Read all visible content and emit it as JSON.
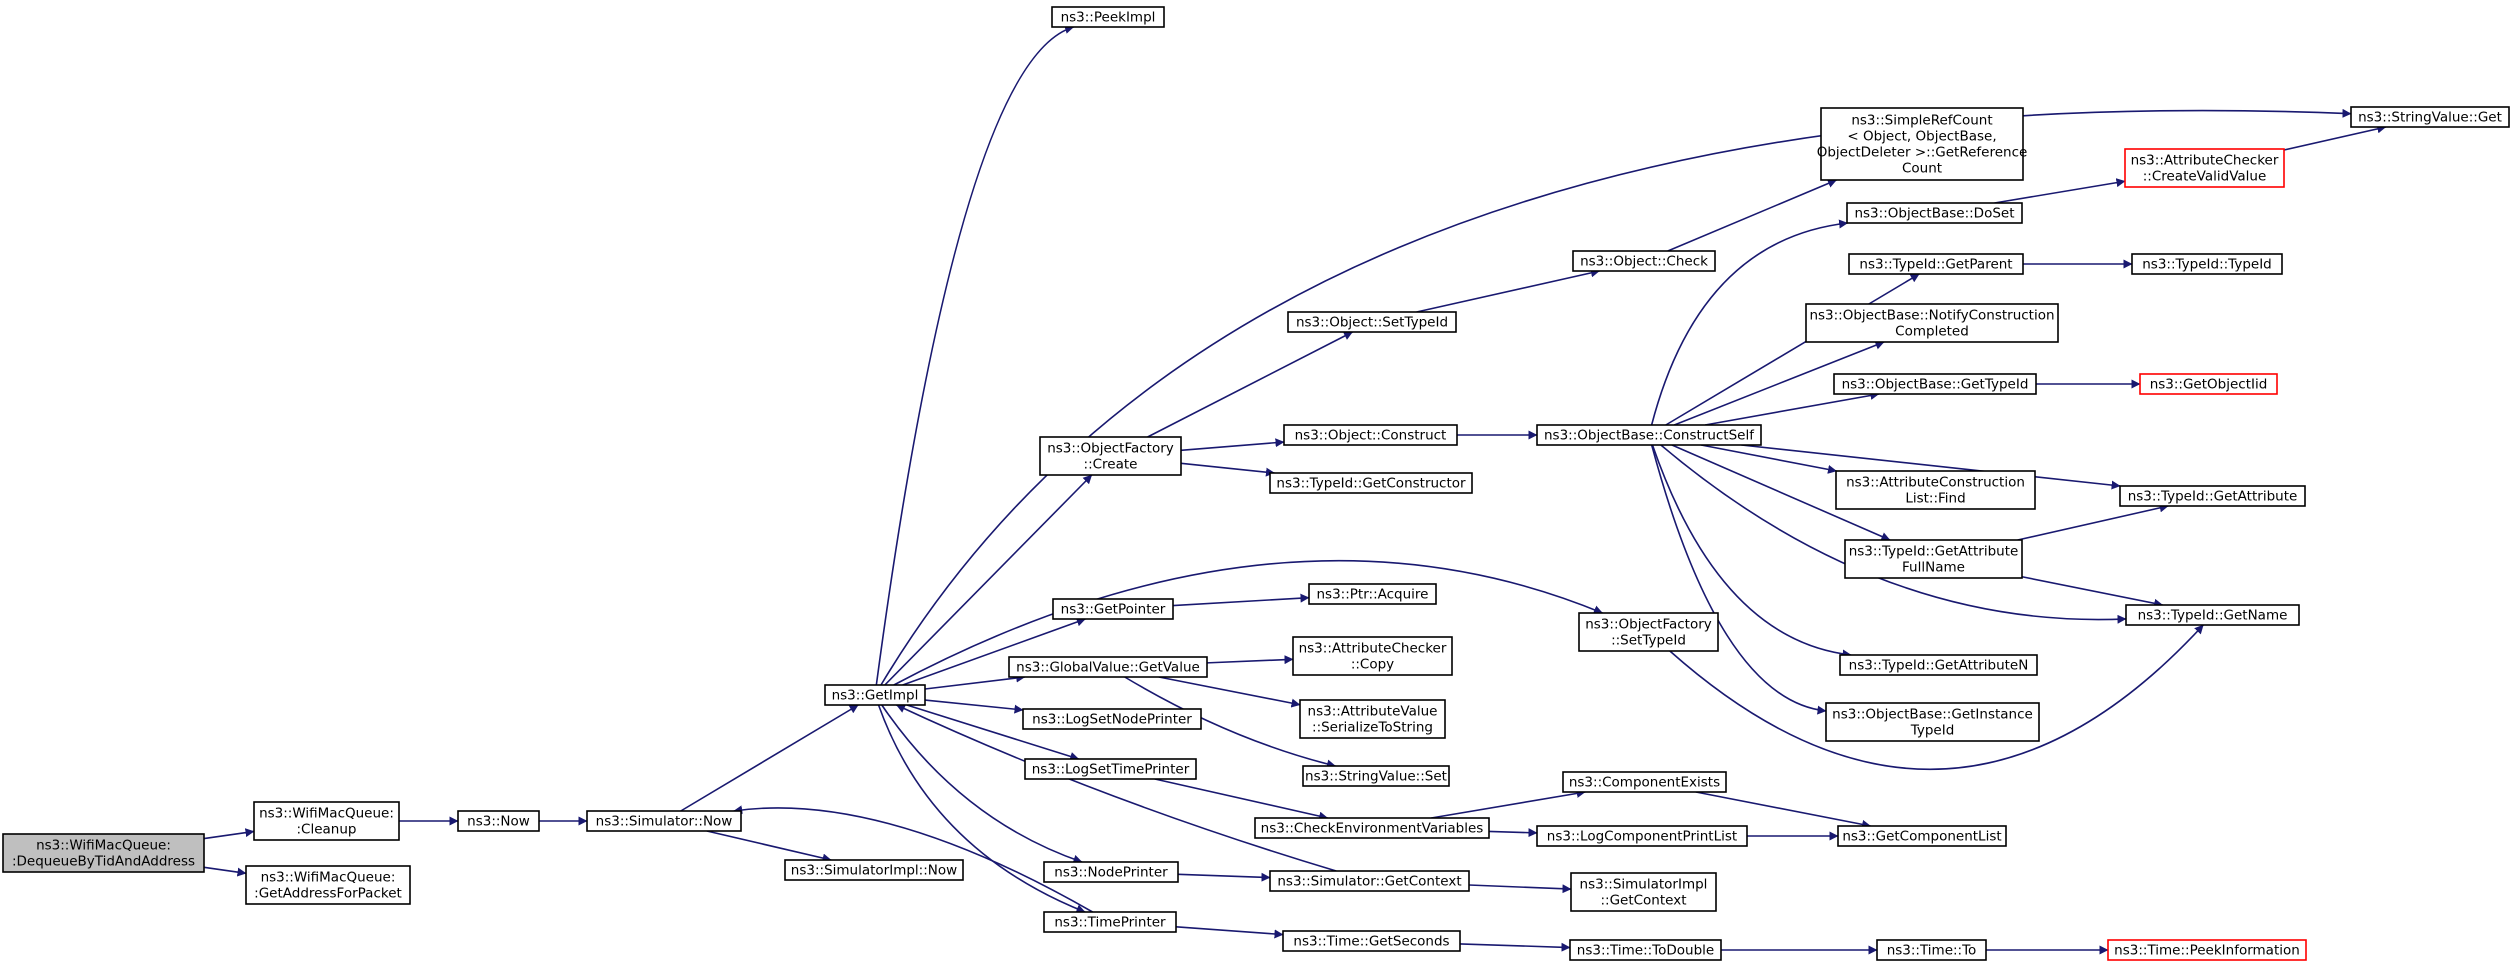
{
  "colors": {
    "edge": "#191970",
    "root_fill": "#bfbfbf",
    "external_border": "#ff0000"
  },
  "nodes": {
    "dequeue": {
      "lines": [
        "ns3::WifiMacQueue:",
        ":DequeueByTidAndAddress"
      ]
    },
    "cleanup": {
      "lines": [
        "ns3::WifiMacQueue:",
        ":Cleanup"
      ]
    },
    "getaddr": {
      "lines": [
        "ns3::WifiMacQueue:",
        ":GetAddressForPacket"
      ]
    },
    "now": {
      "lines": [
        "ns3::Now"
      ]
    },
    "simnow": {
      "lines": [
        "ns3::Simulator::Now"
      ]
    },
    "simimplnow": {
      "lines": [
        "ns3::SimulatorImpl::Now"
      ]
    },
    "getimpl": {
      "lines": [
        "ns3::GetImpl"
      ]
    },
    "peekimpl": {
      "lines": [
        "ns3::PeekImpl"
      ]
    },
    "stringvalueget": {
      "lines": [
        "ns3::StringValue::Get"
      ]
    },
    "objfactorycreate": {
      "lines": [
        "ns3::ObjectFactory",
        "::Create"
      ]
    },
    "settypeid": {
      "lines": [
        "ns3::Object::SetTypeId"
      ]
    },
    "objconstruct": {
      "lines": [
        "ns3::Object::Construct"
      ]
    },
    "getconstructor": {
      "lines": [
        "ns3::TypeId::GetConstructor"
      ]
    },
    "objcheck": {
      "lines": [
        "ns3::Object::Check"
      ]
    },
    "simplerefcount": {
      "lines": [
        "ns3::SimpleRefCount",
        "< Object, ObjectBase,",
        "ObjectDeleter >::GetReference",
        "Count"
      ]
    },
    "doset": {
      "lines": [
        "ns3::ObjectBase::DoSet"
      ]
    },
    "createvalidvalue": {
      "lines": [
        "ns3::AttributeChecker",
        "::CreateValidValue"
      ]
    },
    "getparent": {
      "lines": [
        "ns3::TypeId::GetParent"
      ]
    },
    "typeidtypeid": {
      "lines": [
        "ns3::TypeId::TypeId"
      ]
    },
    "notifyconstruction": {
      "lines": [
        "ns3::ObjectBase::NotifyConstruction",
        "Completed"
      ]
    },
    "objbasegettypeid": {
      "lines": [
        "ns3::ObjectBase::GetTypeId"
      ]
    },
    "getobjectiid": {
      "lines": [
        "ns3::GetObjectIid"
      ]
    },
    "constructself": {
      "lines": [
        "ns3::ObjectBase::ConstructSelf"
      ]
    },
    "attrconstructionfind": {
      "lines": [
        "ns3::AttributeConstruction",
        "List::Find"
      ]
    },
    "getattribute": {
      "lines": [
        "ns3::TypeId::GetAttribute"
      ]
    },
    "getattributefullname": {
      "lines": [
        "ns3::TypeId::GetAttribute",
        "FullName"
      ]
    },
    "getname": {
      "lines": [
        "ns3::TypeId::GetName"
      ]
    },
    "getattributen": {
      "lines": [
        "ns3::TypeId::GetAttributeN"
      ]
    },
    "getinstancetypeid": {
      "lines": [
        "ns3::ObjectBase::GetInstance",
        "TypeId"
      ]
    },
    "objfactorysettypeid": {
      "lines": [
        "ns3::ObjectFactory",
        "::SetTypeId"
      ]
    },
    "getpointer": {
      "lines": [
        "ns3::GetPointer"
      ]
    },
    "ptracquire": {
      "lines": [
        "ns3::Ptr::Acquire"
      ]
    },
    "globalvaluegetvalue": {
      "lines": [
        "ns3::GlobalValue::GetValue"
      ]
    },
    "attrcheckercopy": {
      "lines": [
        "ns3::AttributeChecker",
        "::Copy"
      ]
    },
    "serializetostring": {
      "lines": [
        "ns3::AttributeValue",
        "::SerializeToString"
      ]
    },
    "logsetnodeprinter": {
      "lines": [
        "ns3::LogSetNodePrinter"
      ]
    },
    "logsettimeprinter": {
      "lines": [
        "ns3::LogSetTimePrinter"
      ]
    },
    "stringvalueset": {
      "lines": [
        "ns3::StringValue::Set"
      ]
    },
    "checkenvvars": {
      "lines": [
        "ns3::CheckEnvironmentVariables"
      ]
    },
    "componentexists": {
      "lines": [
        "ns3::ComponentExists"
      ]
    },
    "logcomponentprintlist": {
      "lines": [
        "ns3::LogComponentPrintList"
      ]
    },
    "getcomponentlist": {
      "lines": [
        "ns3::GetComponentList"
      ]
    },
    "nodeprinter": {
      "lines": [
        "ns3::NodePrinter"
      ]
    },
    "simgetcontext": {
      "lines": [
        "ns3::Simulator::GetContext"
      ]
    },
    "simimplgetcontext": {
      "lines": [
        "ns3::SimulatorImpl",
        "::GetContext"
      ]
    },
    "timeprinter": {
      "lines": [
        "ns3::TimePrinter"
      ]
    },
    "timegetseconds": {
      "lines": [
        "ns3::Time::GetSeconds"
      ]
    },
    "timetodouble": {
      "lines": [
        "ns3::Time::ToDouble"
      ]
    },
    "timeto": {
      "lines": [
        "ns3::Time::To"
      ]
    },
    "peekinformation": {
      "lines": [
        "ns3::Time::PeekInformation"
      ]
    }
  }
}
